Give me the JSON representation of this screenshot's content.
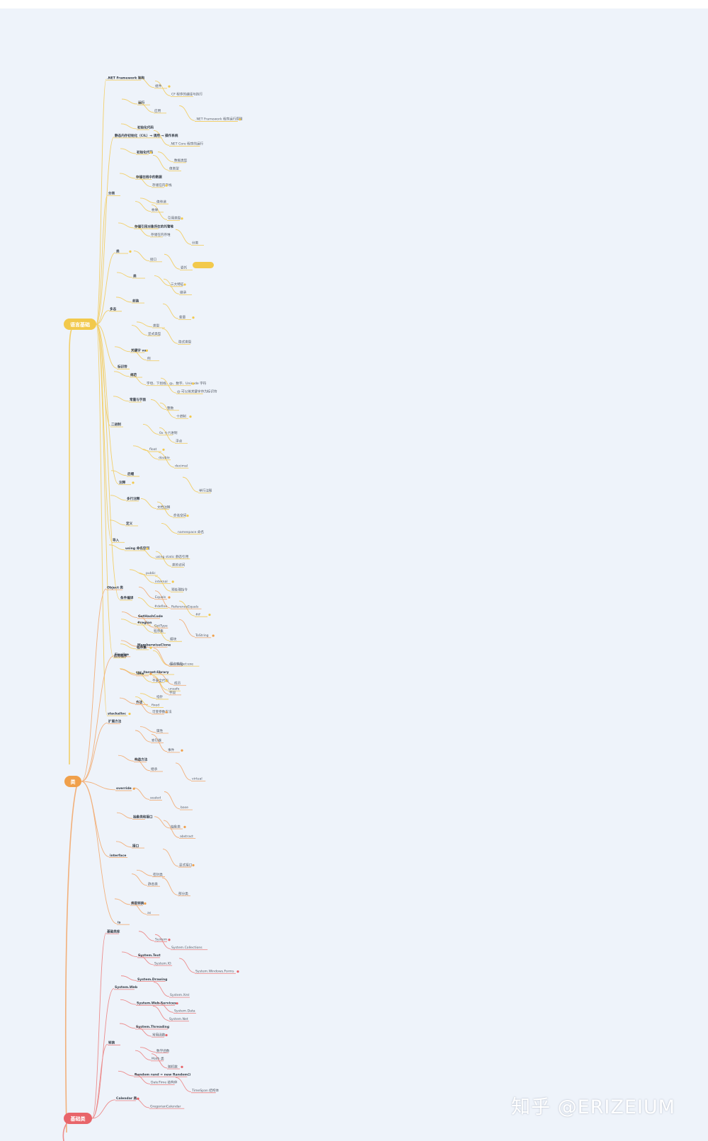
{
  "colors": {
    "section1": "#f2c94c",
    "section2": "#f0a04b",
    "section3": "#e8656a",
    "line_yellow": "#f2cf6a",
    "line_orange": "#f2b07a",
    "line_red": "#ec8d8d",
    "background": "#eef3fa"
  },
  "sections": [
    {
      "label": "语言基础"
    },
    {
      "label": "类"
    },
    {
      "label": "基础类"
    }
  ],
  "watermark": "知乎 @ERIZEIUM",
  "nodes": {
    "s1": [
      ".NET Framework 架构",
      "组件",
      "CF 程序的编译与执行",
      "运行",
      "应用",
      ".NET Framework 程序运行原理",
      "初始化代码",
      "静态内存初始化（CIL）→ 调用 → 操作系统",
      ".NET Core 程序的运行",
      "初始化代码",
      "数据类型",
      "值类型",
      "存储在栈中的数据",
      "存储在内存栈",
      "分类",
      "值传递",
      "枚举",
      "引用类型",
      "存储引用对象所在的托管堆",
      "存储在内存堆",
      "分类",
      "类",
      "接口",
      "委托",
      "类",
      "三大特征",
      "继承",
      "封装",
      "多态",
      "变量",
      "类型",
      "显式类型",
      "隐式类型",
      "关键字 var",
      "例",
      "标识符",
      "规范",
      "字母、下划线、@、数字、Unicode 字符",
      "@ 可以将关键字作为标识符",
      "常量与字面",
      "整数",
      "十进制",
      "二进制",
      "0x 十六进制",
      "浮点",
      "float",
      "double",
      "decimal",
      "后缀",
      "注释",
      "单行注释",
      "多行注释",
      "文档注释",
      "命名空间",
      "定义",
      "namespace 命名",
      "导入",
      "using 命名空间",
      "using static 静态引用",
      "类的访问",
      "public",
      "internal",
      "预处理指令",
      "条件编译",
      "#define",
      "#if",
      "#region",
      "程序集",
      "模块",
      "程序集",
      "应用程序",
      "csc /target:exe",
      "csc /target:library",
      "不安全代码",
      "unsafe",
      "指针",
      "fixed",
      "stackalloc"
    ],
    "s2": [
      "Object 类",
      "Equals",
      "ReferenceEquals",
      "GetHashCode",
      "GetType",
      "ToString",
      "MemberwiseClone",
      "Finalize",
      "匿名类型",
      "new",
      "成员",
      "字段",
      "方法",
      "可变参数方法",
      "扩展方法",
      "属性",
      "索引器",
      "事件",
      "构造方法",
      "继承",
      "virtual",
      "override",
      "sealed",
      "base",
      "抽象类和接口",
      "抽象类",
      "abstract",
      "接口",
      "interface",
      "显式接口",
      "密封类",
      "静态类",
      "部分类",
      "类型转换",
      "as",
      "is"
    ],
    "s3": [
      "基础类库",
      "System",
      "System.Collections",
      "System.Text",
      "System.IO",
      "System.Windows.Forms",
      "System.Drawing",
      "System.Web",
      "System.Xml",
      "System.Web.Services",
      "System.Data",
      "System.Net",
      "System.Threading",
      "常用函数",
      "转换",
      "数学函数",
      "Math 类",
      "随机数",
      "Random rand = new Random()",
      "DateTime 结构体",
      "TimeSpan 结构体",
      "Calendar 类",
      "GregorianCalendar"
    ]
  }
}
